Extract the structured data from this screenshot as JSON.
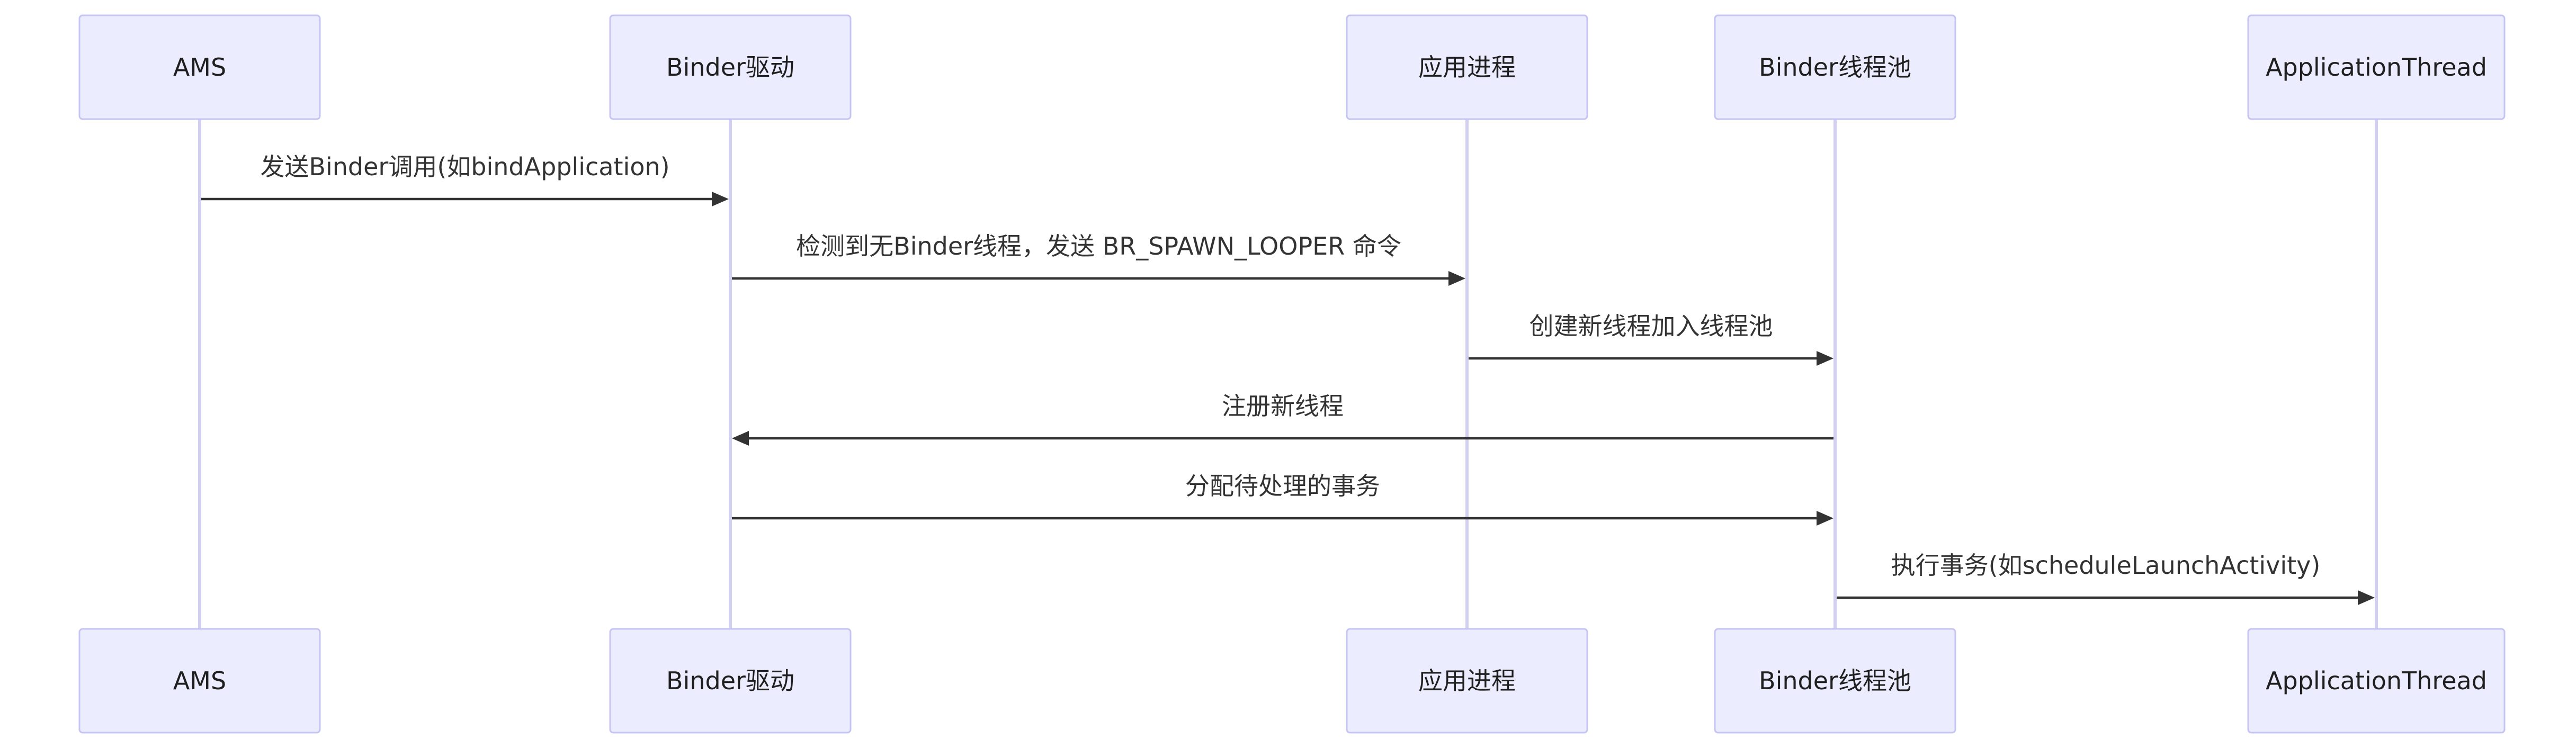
{
  "participants": [
    {
      "id": "ams",
      "label": "AMS"
    },
    {
      "id": "binder_driver",
      "label": "Binder驱动"
    },
    {
      "id": "app_process",
      "label": "应用进程"
    },
    {
      "id": "binder_pool",
      "label": "Binder线程池"
    },
    {
      "id": "app_thread",
      "label": "ApplicationThread"
    }
  ],
  "messages": [
    {
      "from": "ams",
      "to": "binder_driver",
      "label": "发送Binder调用(如bindApplication)"
    },
    {
      "from": "binder_driver",
      "to": "app_process",
      "label": "检测到无Binder线程，发送 BR_SPAWN_LOOPER 命令"
    },
    {
      "from": "app_process",
      "to": "binder_pool",
      "label": "创建新线程加入线程池"
    },
    {
      "from": "binder_pool",
      "to": "binder_driver",
      "label": "注册新线程"
    },
    {
      "from": "binder_driver",
      "to": "binder_pool",
      "label": "分配待处理的事务"
    },
    {
      "from": "binder_pool",
      "to": "app_thread",
      "label": "执行事务(如scheduleLaunchActivity)"
    }
  ],
  "colors": {
    "actor_fill": "#ececff",
    "actor_stroke": "#c5c4f3",
    "lifeline": "#d2cff0",
    "arrow": "#333333",
    "text": "#333333"
  }
}
